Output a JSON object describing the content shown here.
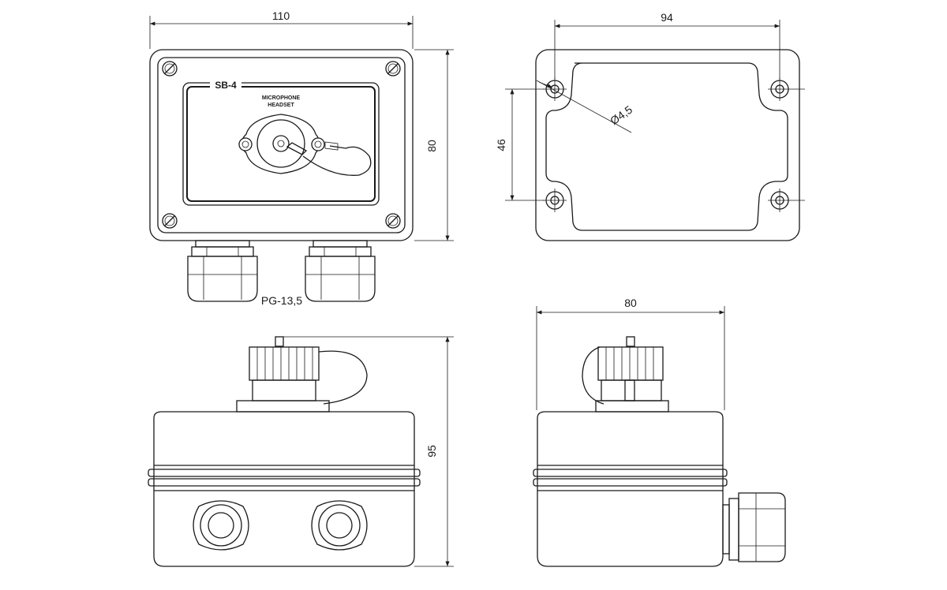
{
  "front_view": {
    "model_label": "SB-4",
    "connector_label_line1": "MICROPHONE",
    "connector_label_line2": "HEADSET",
    "width_dim": "110",
    "height_dim": "80",
    "gland_label": "PG-13,5"
  },
  "back_view": {
    "width_dim": "94",
    "height_dim": "46",
    "hole_dim": "Ø4,5"
  },
  "side_view_front": {
    "height_dim": "95"
  },
  "side_view_right": {
    "width_dim": "80"
  }
}
